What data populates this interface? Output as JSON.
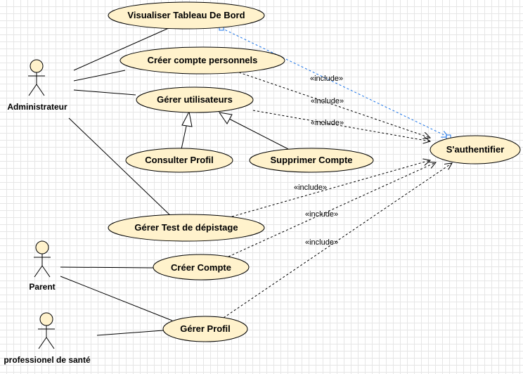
{
  "colors": {
    "usecase_fill": "#fff2cc",
    "stroke": "#000000",
    "selected_edge": "#1a73e8",
    "grid": "#e6e6e6"
  },
  "actors": {
    "admin": {
      "label": "Administrateur"
    },
    "parent": {
      "label": "Parent"
    },
    "pro": {
      "label": "professionel de santé"
    }
  },
  "usecases": {
    "dashboard": {
      "label": "Visualiser Tableau De Bord"
    },
    "create_staff": {
      "label": "Créer compte personnels"
    },
    "manage_users": {
      "label": "Gérer utilisateurs"
    },
    "view_profile": {
      "label": "Consulter Profil"
    },
    "delete_account": {
      "label": "Supprimer Compte"
    },
    "auth": {
      "label": "S'authentifier"
    },
    "screening": {
      "label": "Gérer Test de dépistage"
    },
    "create_account": {
      "label": "Créer Compte"
    },
    "manage_profile": {
      "label": "Gérer Profil"
    }
  },
  "relations": {
    "include_label": "«include»"
  }
}
